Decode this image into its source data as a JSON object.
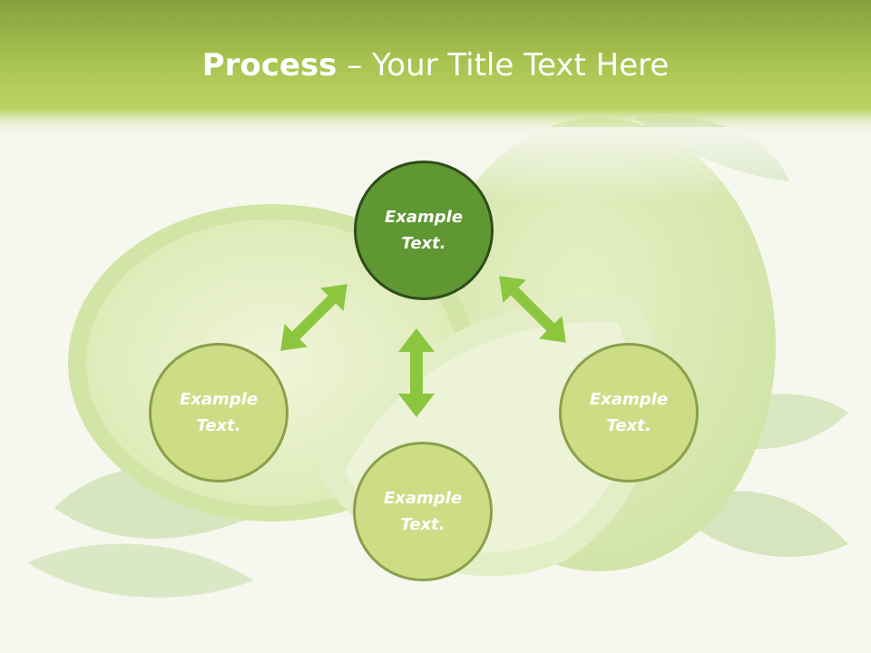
{
  "title": {
    "bold": "Process",
    "rest": " – Your Title Text Here"
  },
  "nodes": {
    "top": {
      "line1": "Example",
      "line2": "Text."
    },
    "left": {
      "line1": "Example",
      "line2": "Text."
    },
    "right": {
      "line1": "Example",
      "line2": "Text."
    },
    "bottom": {
      "line1": "Example",
      "line2": "Text."
    }
  },
  "colors": {
    "title_bar_top": "#86a03f",
    "title_bar_bottom": "#b8cf5f",
    "main_node": "#5f9733",
    "sub_node": "#cfdc86",
    "arrow": "#8cc63f"
  }
}
